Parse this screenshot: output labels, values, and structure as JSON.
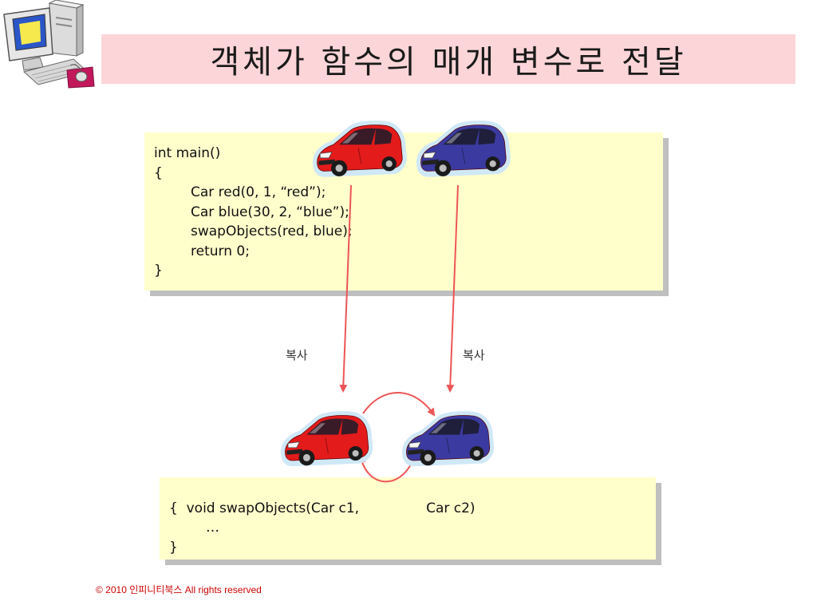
{
  "title": "객체가 함수의 매개 변수로 전달",
  "main_code": {
    "lines": [
      "int main()",
      "{",
      "Car red(0, 1, “red”);",
      "Car blue(30, 2, “blue”);",
      "swapObjects(red, blue);",
      "return 0;",
      "}"
    ]
  },
  "swap_code": {
    "line1_a": "void swapObjects(Car c1,",
    "line1_b": "Car c2)",
    "line2": "{",
    "line3": "…",
    "line4": "}"
  },
  "copy_label_left": "복사",
  "copy_label_right": "복사",
  "footer": "© 2010 인피니티북스  All rights reserved",
  "colors": {
    "title_bg": "#fcd5d8",
    "code_bg": "#ffffcc",
    "arrow": "#ee5555",
    "red_car": "#e31b1b",
    "blue_car": "#3b3aa0"
  },
  "icons": [
    "computer-clipart-icon",
    "red-car-icon",
    "blue-car-icon"
  ]
}
